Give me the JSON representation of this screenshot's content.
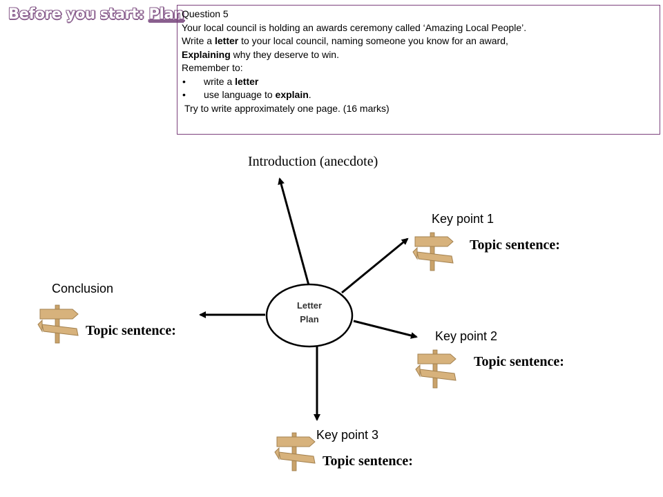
{
  "heading": {
    "prefix": "Before you start: ",
    "emph": "Plan"
  },
  "question": {
    "number": "Question 5",
    "line1": "Your local council is holding an awards ceremony called ‘Amazing Local People’.",
    "line2_pre": "Write a ",
    "line2_bold": "letter",
    "line2_post": " to your local council, naming someone you know for an award,",
    "line3_bold": "Explaining",
    "line3_post": " why they deserve to win.",
    "remember": "Remember to:",
    "bullets": [
      {
        "pre": "write a ",
        "bold": "letter",
        "post": ""
      },
      {
        "pre": "use language to ",
        "bold": "explain",
        "post": "."
      }
    ],
    "closing": "Try to write approximately one page. (16 marks)"
  },
  "center": {
    "line1": "Letter",
    "line2": "Plan"
  },
  "branches": {
    "introduction": {
      "label": "Introduction (anecdote)"
    },
    "key1": {
      "label": "Key point 1",
      "topic": "Topic sentence:"
    },
    "key2": {
      "label": "Key point 2",
      "topic": "Topic sentence:"
    },
    "key3": {
      "label": "Key point 3",
      "topic": "Topic sentence:"
    },
    "conclusion": {
      "label": "Conclusion",
      "topic": "Topic sentence:"
    }
  },
  "icons": [
    "signpost-icon"
  ],
  "colors": {
    "accent": "#8a5f8e",
    "box_border": "#7b3f7b",
    "signpost": "#d7b27c"
  }
}
